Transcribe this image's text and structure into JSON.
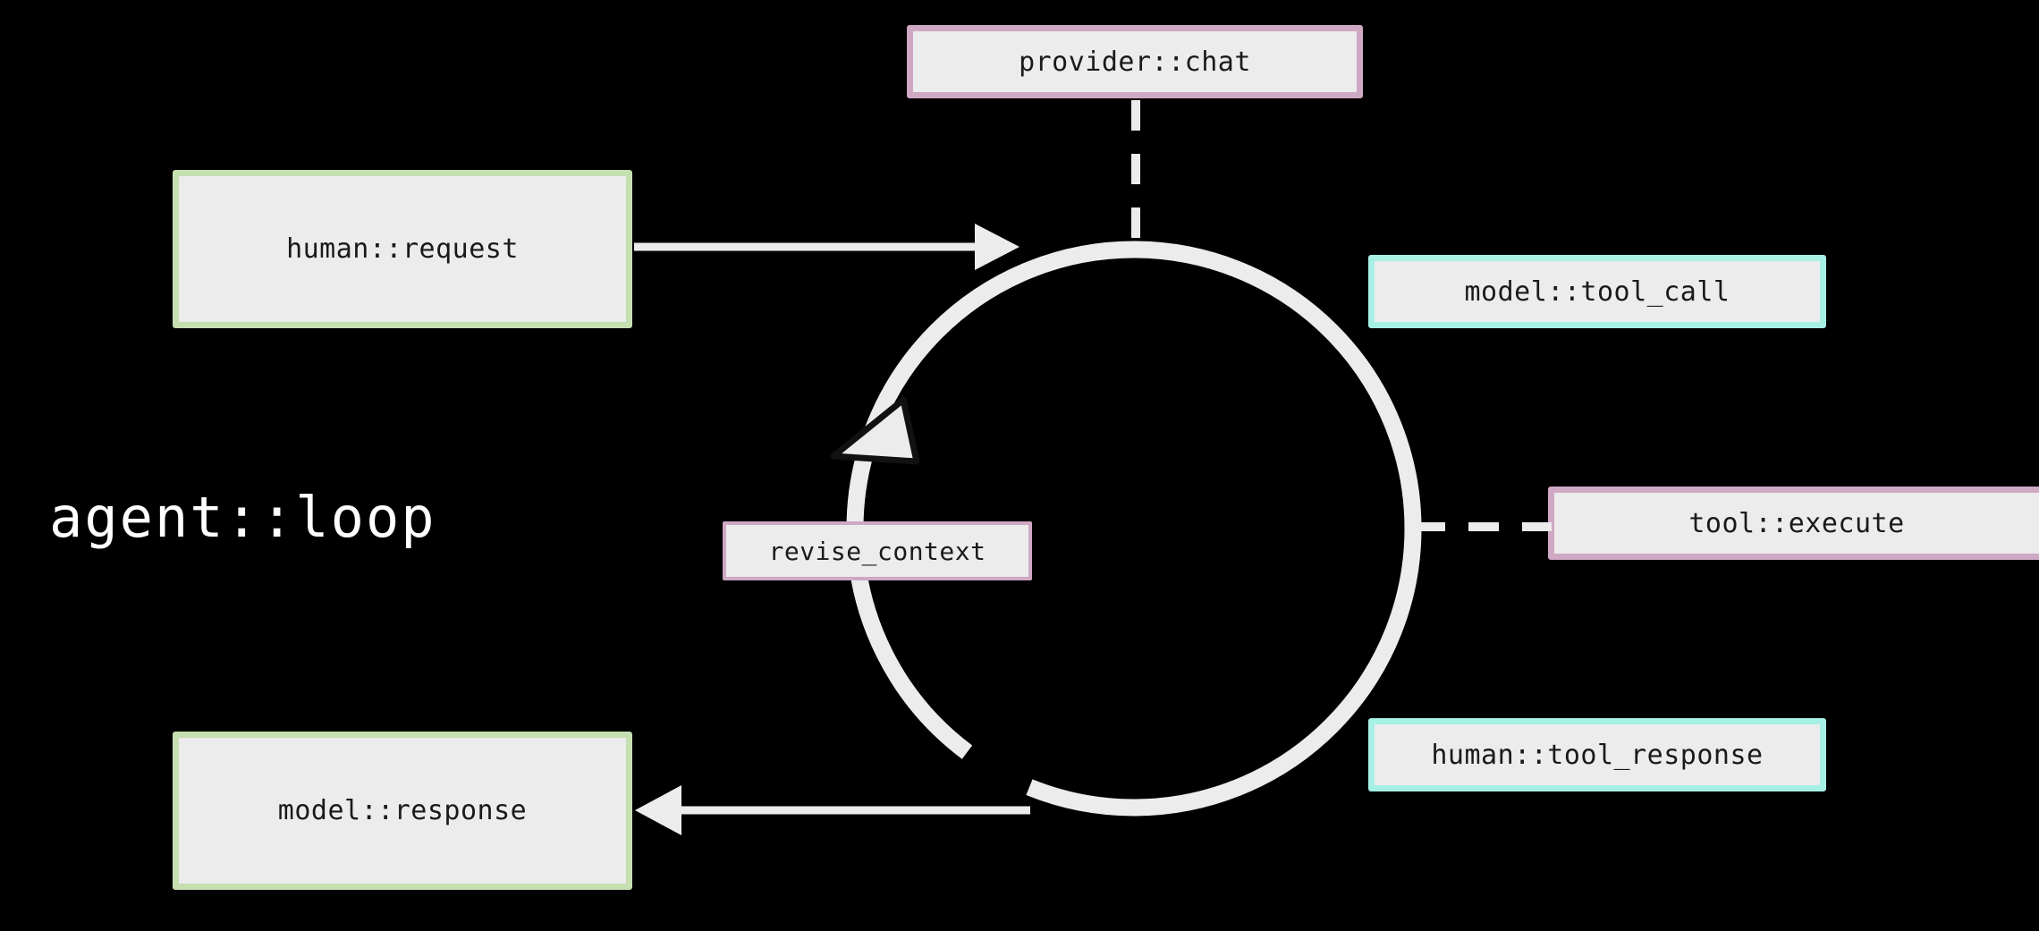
{
  "diagram": {
    "title": "agent::loop",
    "background_color": "#000000",
    "node_fill": "#ececec",
    "edge_color": "#ececec",
    "accents": {
      "green": "#c5dfb0",
      "cyan": "#a6f0e4",
      "pink": "#cfa8c4",
      "text": "#1a1a1a",
      "title": "#ffffff"
    },
    "nodes": {
      "human_request": {
        "label": "human::request",
        "accent": "green"
      },
      "model_response": {
        "label": "model::response",
        "accent": "green"
      },
      "provider_chat": {
        "label": "provider::chat",
        "accent": "pink"
      },
      "model_tool_call": {
        "label": "model::tool_call",
        "accent": "cyan"
      },
      "tool_execute": {
        "label": "tool::execute",
        "accent": "pink"
      },
      "human_tool_response": {
        "label": "human::tool_response",
        "accent": "cyan"
      },
      "revise_context": {
        "label": "revise_context",
        "accent": "pink"
      }
    },
    "edges": [
      {
        "name": "request-to-loop",
        "from": "human_request",
        "to": "loop-circle",
        "style": "solid",
        "arrow": "right"
      },
      {
        "name": "loop-to-response",
        "from": "loop-circle",
        "to": "model_response",
        "style": "solid",
        "arrow": "left"
      },
      {
        "name": "chat-to-loop",
        "from": "provider_chat",
        "to": "loop-circle",
        "style": "dashed",
        "arrow": "none"
      },
      {
        "name": "loop-to-tool-execute",
        "from": "loop-circle",
        "to": "tool_execute",
        "style": "dashed",
        "arrow": "none"
      },
      {
        "name": "loop-cycle",
        "from": "loop-circle",
        "to": "loop-circle",
        "style": "solid",
        "arrow": "clockwise"
      }
    ]
  }
}
